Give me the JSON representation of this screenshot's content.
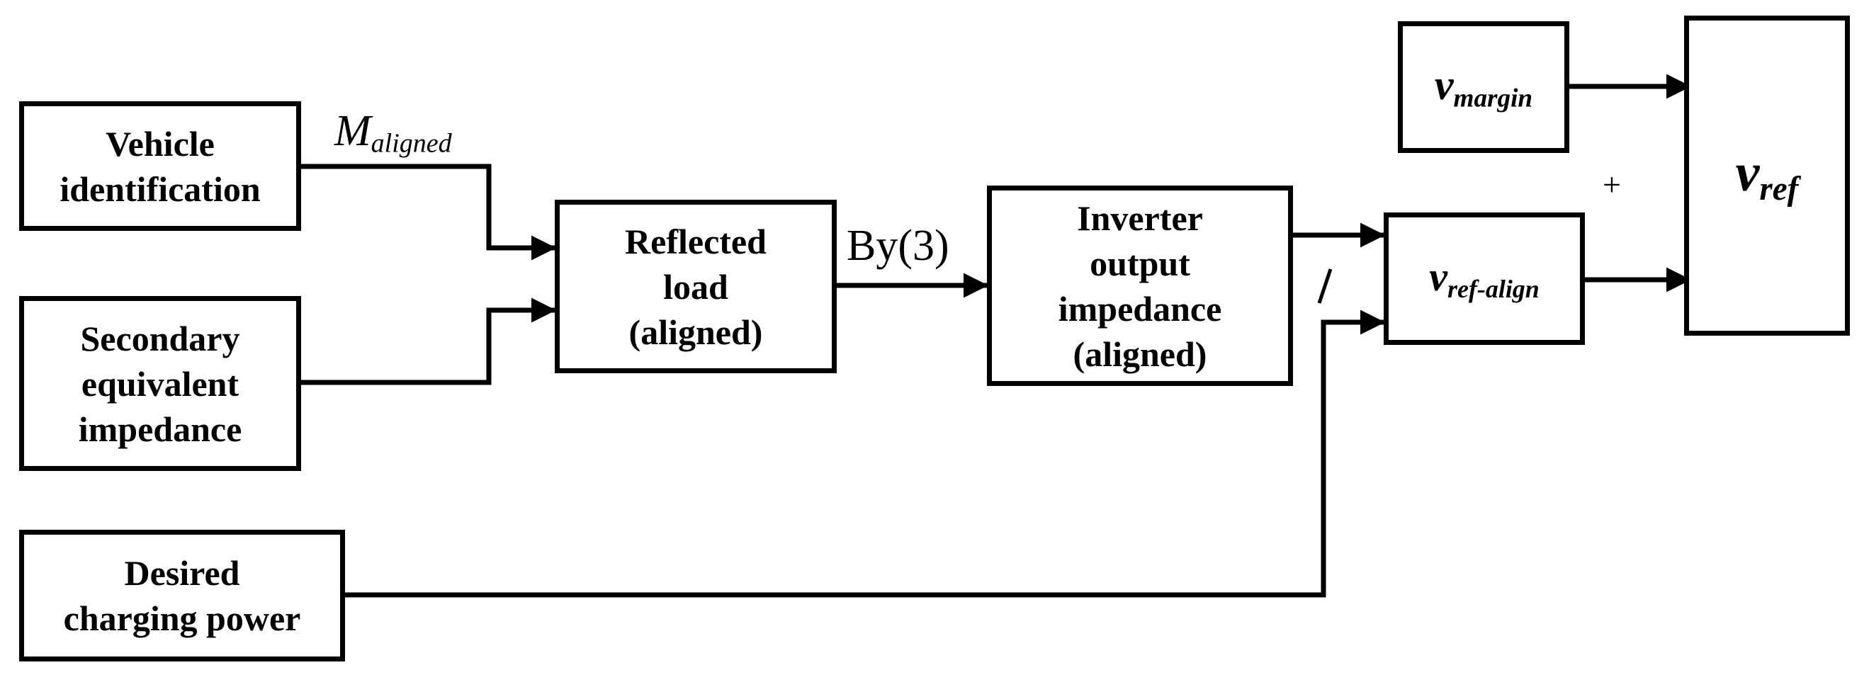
{
  "blocks": {
    "vehicle_identification": [
      "Vehicle",
      "identification"
    ],
    "secondary_equivalent_impedance": [
      "Secondary",
      "equivalent",
      "impedance"
    ],
    "desired_charging_power": [
      "Desired",
      "charging power"
    ],
    "reflected_load": [
      "Reflected",
      "load",
      "(aligned)"
    ],
    "inverter_output_impedance": [
      "Inverter",
      "output",
      "impedance",
      "(aligned)"
    ],
    "v_ref_align": {
      "base": "v",
      "sub": "ref-align"
    },
    "v_margin": {
      "base": "v",
      "sub": "margin"
    },
    "v_ref": {
      "base": "v",
      "sub": "ref"
    }
  },
  "labels": {
    "m_aligned": {
      "base": "M",
      "sub": "aligned"
    },
    "by_eq": "By(3)",
    "division": "/",
    "plus": "+"
  }
}
